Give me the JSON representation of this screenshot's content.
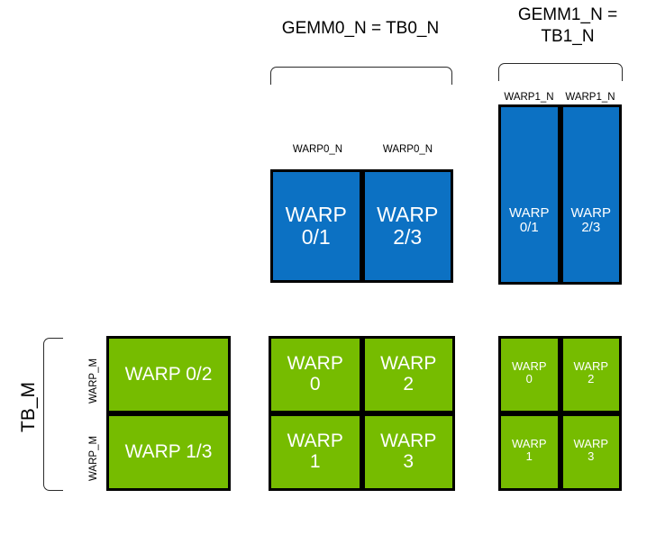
{
  "diagram": {
    "title_top_center": "GEMM0_N = TB0_N",
    "title_top_right": "GEMM1_N =\nTB1_N",
    "vertical_label_tb_m": "TB_M",
    "labels": {
      "warp0_n": "WARP0_N",
      "warp1_n": "WARP1_N",
      "warp_m": "WARP_M"
    },
    "groups": {
      "blue_center": {
        "name": "GEMM0 / TB0 blue tile pair",
        "column_labels": [
          "WARP0_N",
          "WARP0_N"
        ],
        "cells": [
          "WARP\n0/1",
          "WARP\n2/3"
        ]
      },
      "blue_right": {
        "name": "GEMM1 / TB1 blue tile pair",
        "column_labels": [
          "WARP1_N",
          "WARP1_N"
        ],
        "cells": [
          "WARP\n0/1",
          "WARP\n2/3"
        ]
      },
      "green_left": {
        "name": "TB_M green stack",
        "row_labels": [
          "WARP_M",
          "WARP_M"
        ],
        "cells": [
          "WARP 0/2",
          "WARP 1/3"
        ]
      },
      "green_center": {
        "name": "center green 2x2 warp grid",
        "cells": [
          [
            "WARP\n0",
            "WARP\n2"
          ],
          [
            "WARP\n1",
            "WARP\n3"
          ]
        ]
      },
      "green_right": {
        "name": "right green 2x2 warp grid",
        "cells": [
          [
            "WARP\n0",
            "WARP\n2"
          ],
          [
            "WARP\n1",
            "WARP\n3"
          ]
        ]
      }
    },
    "colors": {
      "blue": "#0c71c3",
      "green": "#76bc00",
      "border": "#000000",
      "text_on_fill": "#ffffff",
      "label_text": "#000000",
      "bracket": "#2b2b2b"
    }
  }
}
